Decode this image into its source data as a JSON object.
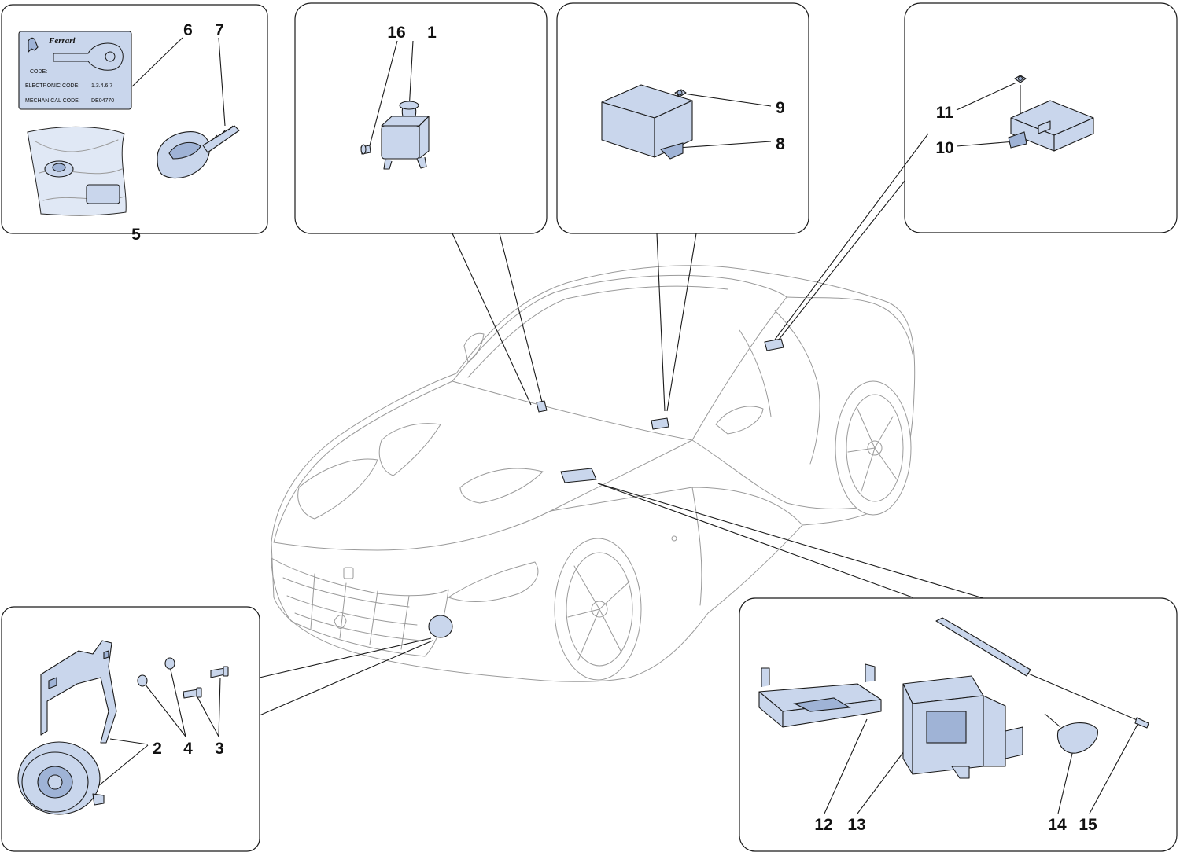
{
  "code_tag": {
    "brand": "Ferrari",
    "code_label": "CODE:",
    "electronic_label": "ELECTRONIC CODE:",
    "electronic_value": "1.3.4.6.7",
    "mechanical_label": "MECHANICAL CODE:",
    "mechanical_value": "DE04770"
  },
  "callouts": {
    "n1": "1",
    "n2": "2",
    "n3": "3",
    "n4": "4",
    "n5": "5",
    "n6": "6",
    "n7": "7",
    "n8": "8",
    "n9": "9",
    "n10": "10",
    "n11": "11",
    "n12": "12",
    "n13": "13",
    "n14": "14",
    "n15": "15",
    "n16": "16"
  },
  "colors": {
    "part_fill": "#c9d6ec",
    "car_outline": "#9a9a9a",
    "line": "#1a1a1a"
  }
}
